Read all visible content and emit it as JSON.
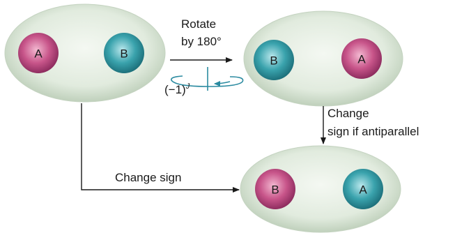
{
  "labels": {
    "rotate_line1": "Rotate",
    "rotate_line2": "by 180°",
    "phase_base": "(−1)",
    "phase_exp": "J",
    "change_sign_if_line1": "Change",
    "change_sign_if_line2": "sign if antiparallel",
    "change_sign": "Change sign"
  },
  "molecules": [
    {
      "id": "original",
      "left_atom": "A",
      "right_atom": "B"
    },
    {
      "id": "rotated",
      "left_atom": "B",
      "right_atom": "A"
    },
    {
      "id": "exchanged",
      "left_atom": "B",
      "right_atom": "A"
    }
  ],
  "colors": {
    "atom_magenta": "#c0457e",
    "atom_teal": "#2e9aa3",
    "rotation_arrow": "#2a8aa0",
    "ellipse_fill": "#e3ece1",
    "ellipse_edge": "#a9bda5"
  }
}
